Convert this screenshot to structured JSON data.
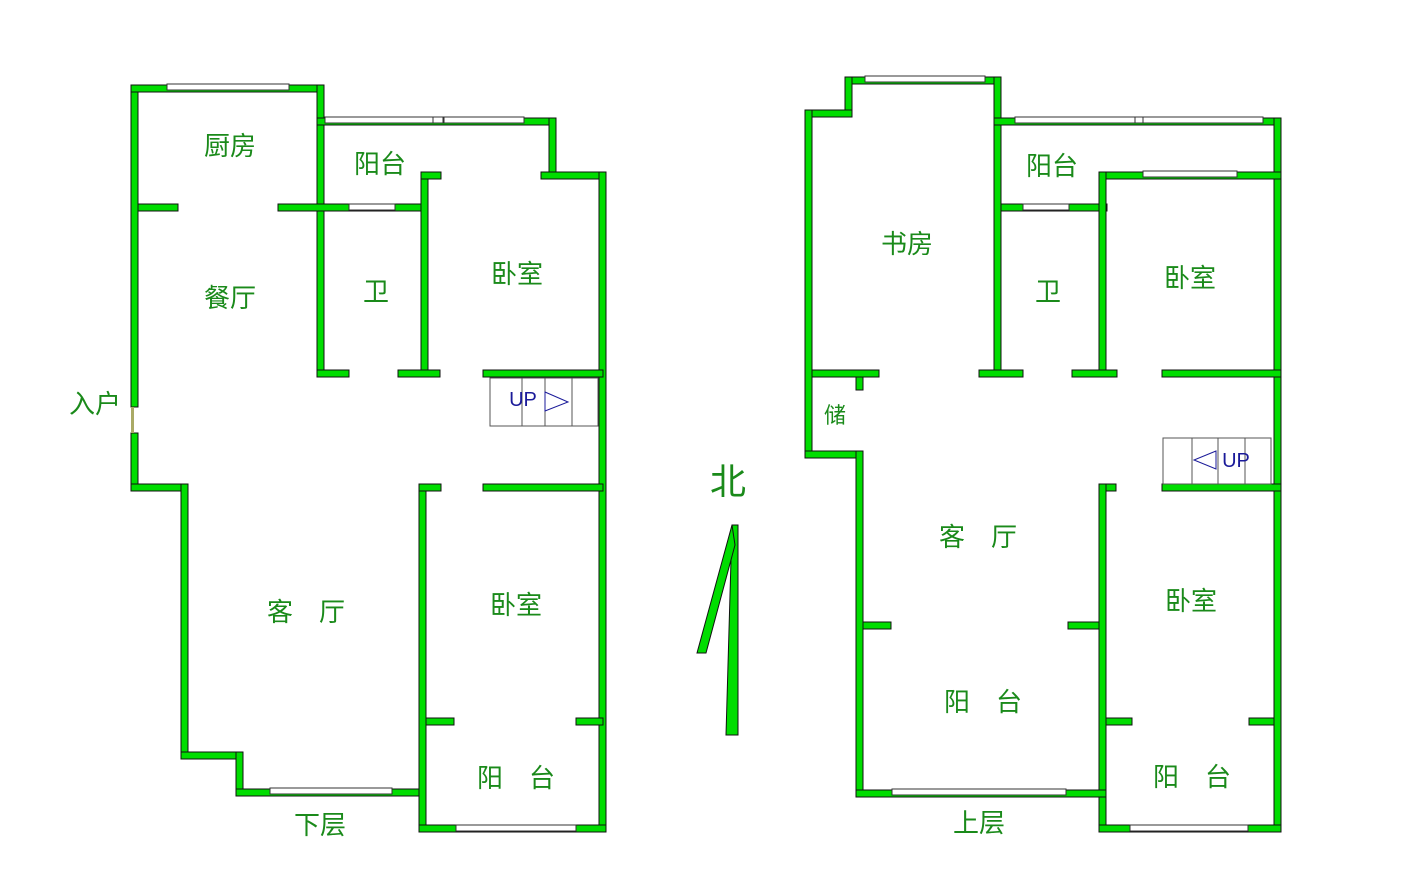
{
  "lower": {
    "title": "下层",
    "entrance": "入户",
    "rooms": {
      "kitchen": "厨房",
      "balcony_north": "阳台",
      "dining": "餐厅",
      "bath": "卫",
      "bedroom_north": "卧室",
      "living": "客　厅",
      "bedroom_south": "卧室",
      "balcony_south": "阳　台"
    },
    "stair": "UP"
  },
  "upper": {
    "title": "上层",
    "rooms": {
      "study": "书房",
      "balcony_north": "阳台",
      "bath": "卫",
      "bedroom_north": "卧室",
      "storage": "储",
      "living": "客　厅",
      "bedroom_south": "卧室",
      "balcony_living": "阳　台",
      "balcony_south": "阳　台"
    },
    "stair": "UP"
  },
  "north_label": "北",
  "colors": {
    "wall": "#00dd00",
    "label": "#1a8a1a",
    "stair_text": "#1a1a99"
  }
}
